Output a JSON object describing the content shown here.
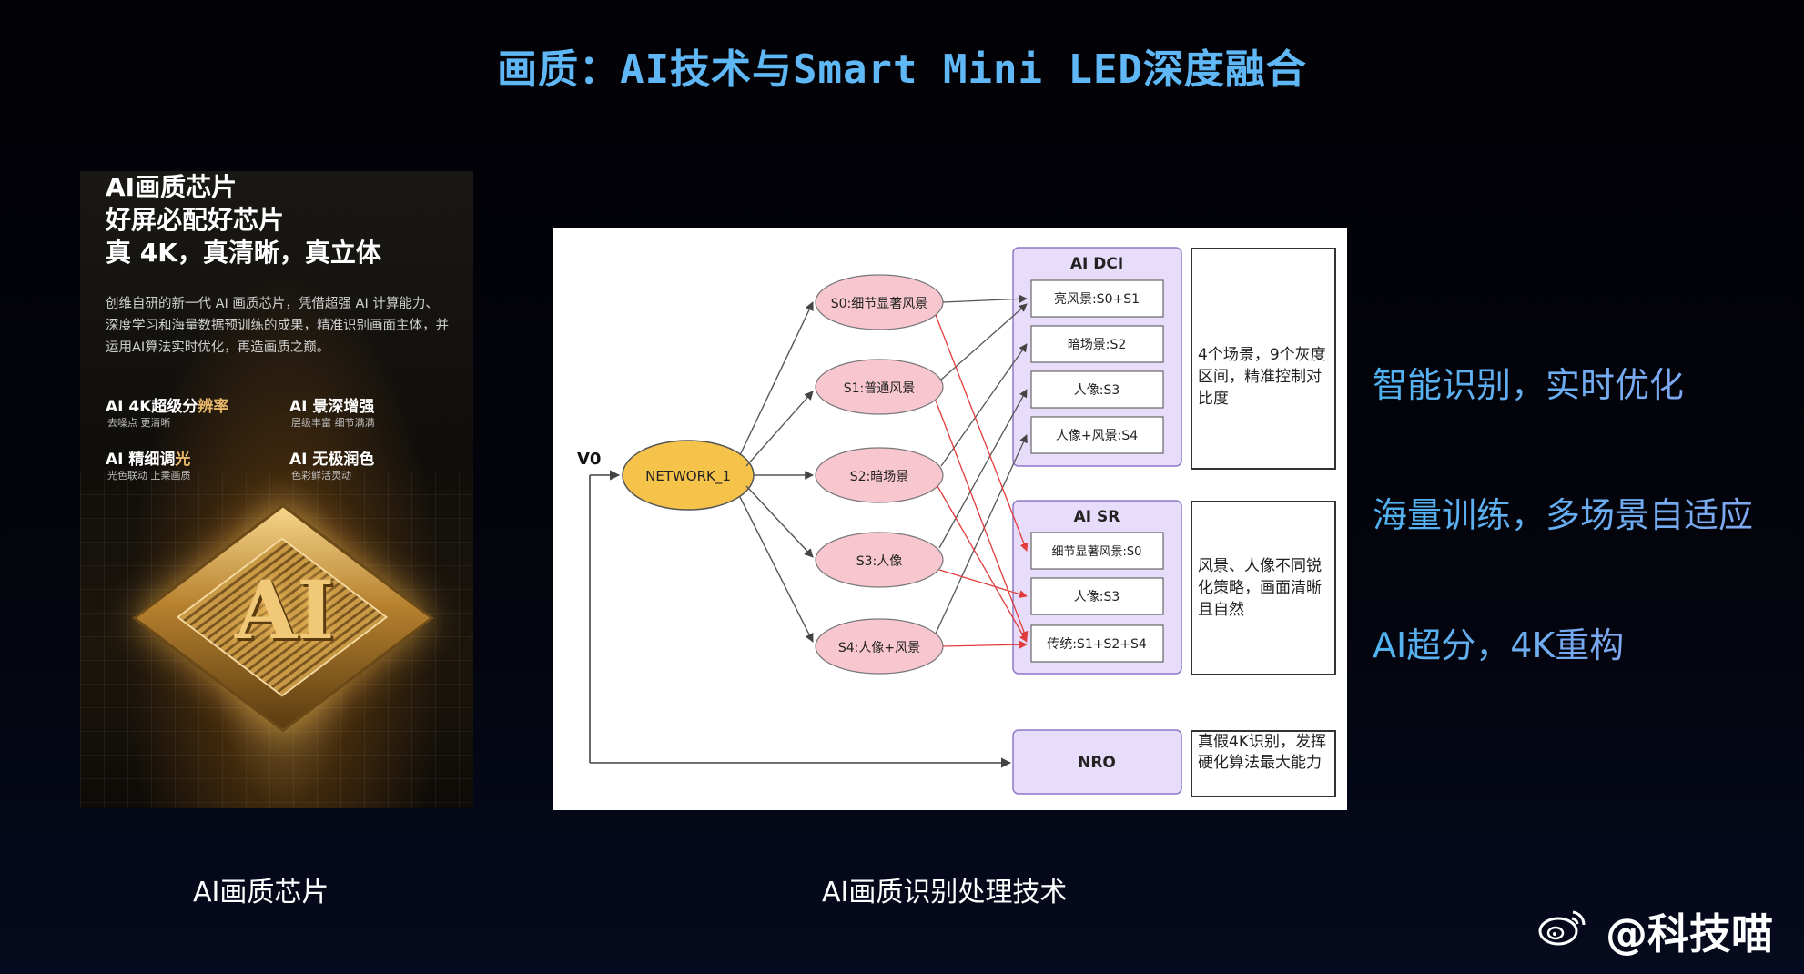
{
  "title": "画质：AI技术与Smart Mini LED深度融合",
  "card": {
    "headline1": "AI画质芯片",
    "headline2": "好屏必配好芯片",
    "headline3": "真 4K，真清晰，真立体",
    "description": "创维自研的新一代 AI 画质芯片，凭借超强 AI 计算能力、深度学习和海量数据预训练的成果，精准识别画面主体，并运用AI算法实时优化，再造画质之巅。",
    "features": [
      {
        "prefix": "AI 4K超级分",
        "accent": "辨率",
        "sub": "去噪点 更清晰"
      },
      {
        "prefix": "AI 景深增强",
        "accent": "",
        "sub": "层级丰富 细节满满"
      },
      {
        "prefix": "AI 精细调",
        "accent": "光",
        "sub": "光色联动 上乘画质"
      },
      {
        "prefix": "AI 无极润色",
        "accent": "",
        "sub": "色彩鲜活灵动"
      }
    ],
    "chip_label": "AI"
  },
  "diagram": {
    "input": "V0",
    "network": "NETWORK_1",
    "scenes": [
      "S0:细节显著风景",
      "S1:普通风景",
      "S2:暗场景",
      "S3:人像",
      "S4:人像+风景"
    ],
    "dci": {
      "title": "AI DCI",
      "items": [
        "亮风景:S0+S1",
        "暗场景:S2",
        "人像:S3",
        "人像+风景:S4"
      ]
    },
    "sr": {
      "title": "AI SR",
      "items": [
        "细节显著风景:S0",
        "人像:S3",
        "传统:S1+S2+S4"
      ]
    },
    "nro": "NRO",
    "notes": [
      "4个场景，9个灰度区间，精准控制对比度",
      "风景、人像不同锐化策略，画面清晰且自然",
      "真假4K识别，发挥硬化算法最大能力"
    ]
  },
  "captions": {
    "left": "AI画质芯片",
    "center": "AI画质识别处理技术"
  },
  "bullets": [
    "智能识别，实时优化",
    "海量训练，多场景自适应",
    "AI超分，4K重构"
  ],
  "watermark": "@科技喵"
}
